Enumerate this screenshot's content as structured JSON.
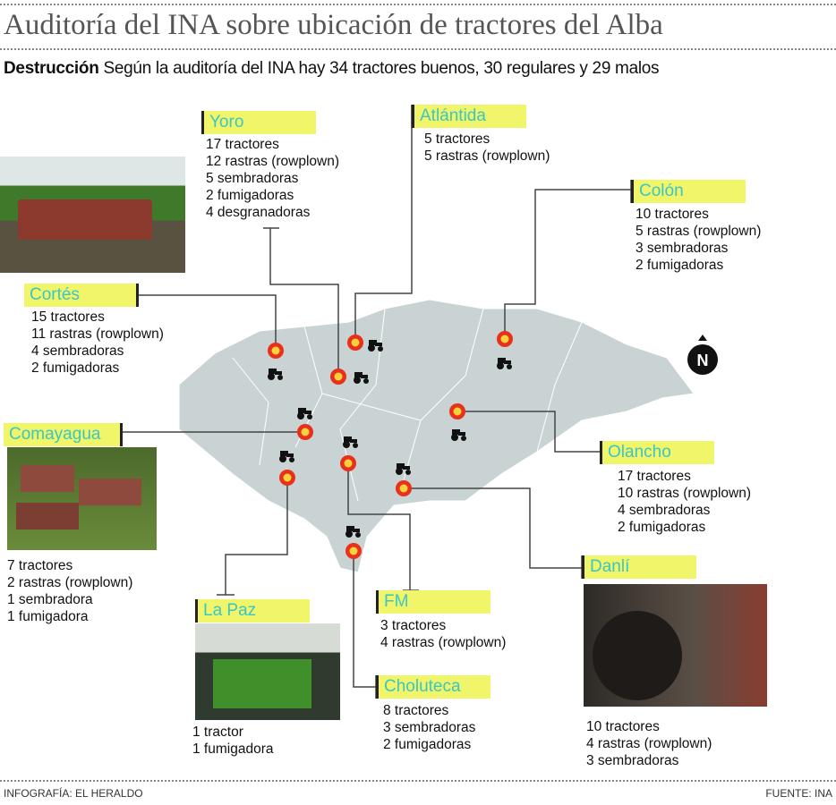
{
  "title": "Auditoría del INA sobre ubicación de tractores del Alba",
  "subtitle": {
    "bold": "Destrucción",
    "text": "Según la auditoría del INA hay 34 tractores buenos, 30 regulares y 29 malos"
  },
  "compass": "N",
  "regions": [
    {
      "name": "Yoro",
      "items": [
        "17 tractores",
        "12 rastras (rowplown)",
        "5 sembradoras",
        "2 fumigadoras",
        "4 desgranadoras"
      ]
    },
    {
      "name": "Atlántida",
      "items": [
        "5 tractores",
        "5 rastras (rowplown)"
      ]
    },
    {
      "name": "Colón",
      "items": [
        "10 tractores",
        "5 rastras (rowplown)",
        "3 sembradoras",
        "2 fumigadoras"
      ]
    },
    {
      "name": "Cortés",
      "items": [
        "15 tractores",
        "11 rastras (rowplown)",
        "4 sembradoras",
        "2 fumigadoras"
      ]
    },
    {
      "name": "Comayagua",
      "items": [
        "7 tractores",
        "2 rastras (rowplown)",
        "1 sembradora",
        "1 fumigadora"
      ]
    },
    {
      "name": "Olancho",
      "items": [
        "17 tractores",
        "10 rastras (rowplown)",
        "4 sembradoras",
        "2 fumigadoras"
      ]
    },
    {
      "name": "Danlí",
      "items": [
        "10 tractores",
        "4 rastras (rowplown)",
        "3 sembradoras"
      ]
    },
    {
      "name": "La Paz",
      "items": [
        "1 tractor",
        "1 fumigadora"
      ]
    },
    {
      "name": "FM",
      "items": [
        "3 tractores",
        "4 rastras (rowplown)"
      ]
    },
    {
      "name": "Choluteca",
      "items": [
        "8 tractores",
        "3 sembradoras",
        "2 fumigadoras"
      ]
    }
  ],
  "footer": {
    "credit": "INFOGRAFÍA: EL HERALDO",
    "source": "FUENTE: INA"
  },
  "colors": {
    "label_bg": "#f0f56a",
    "label_text": "#3bc6c6",
    "map": "#c9d3d3",
    "marker": "#e8301c"
  }
}
